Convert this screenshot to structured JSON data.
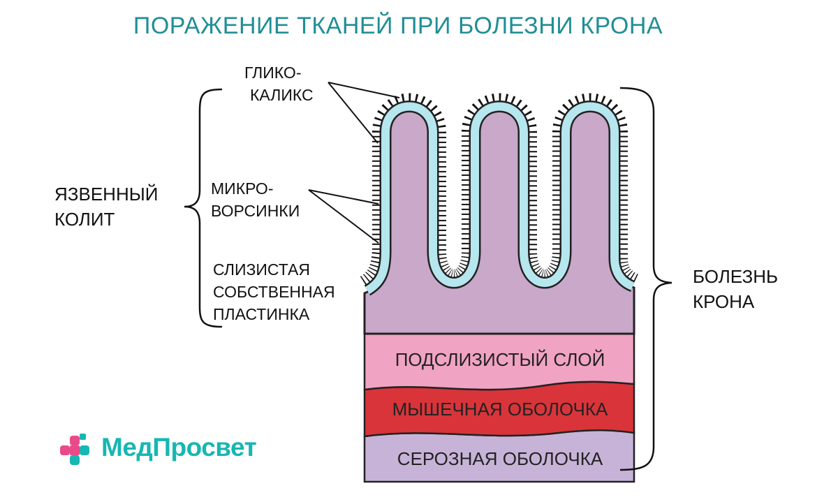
{
  "title": "ПОРАЖЕНИЕ ТКАНЕЙ ПРИ БОЛЕЗНИ КРОНА",
  "labels": {
    "glycocalyx_line1": "ГЛИКО-",
    "glycocalyx_line2": "КАЛИКС",
    "microvilli_line1": "МИКРО-",
    "microvilli_line2": "ВОРСИНКИ",
    "lamina_line1": "СЛИЗИСТАЯ",
    "lamina_line2": "СОБСТВЕННАЯ",
    "lamina_line3": "ПЛАСТИНКА"
  },
  "left_group": {
    "line1": "ЯЗВЕННЫЙ",
    "line2": "КОЛИТ"
  },
  "right_group": {
    "line1": "БОЛЕЗНЬ",
    "line2": "КРОНА"
  },
  "layers": {
    "submucosa": "ПОДСЛИЗИСТЫЙ СЛОЙ",
    "muscularis": "МЫШЕЧНАЯ ОБОЛОЧКА",
    "serosa": "СЕРОЗНАЯ ОБОЛОЧКА"
  },
  "colors": {
    "title": "#1f8f95",
    "mucosa": "#c9a8c9",
    "epithelium": "#b6e6ee",
    "submucosa": "#f0a3c2",
    "muscularis": "#d9343a",
    "serosa": "#c8b3d8",
    "logo_text": "#16b7b2",
    "logo_pink": "#e84a8a"
  },
  "logo": {
    "text": "МедПросвет",
    "icon": "medical-cross-icon"
  }
}
